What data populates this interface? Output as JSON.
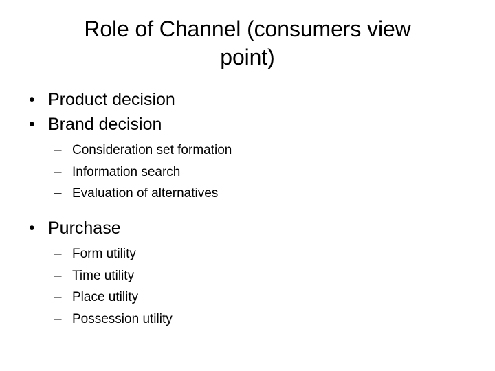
{
  "slide": {
    "title": "Role of Channel (consumers view point)",
    "title_lines": [
      "Role of Channel (consumers view",
      "point)"
    ],
    "background_color": "#ffffff",
    "text_color": "#000000",
    "markers": {
      "level1": "•",
      "level2": "–"
    },
    "content": [
      {
        "level": 1,
        "label": "Product decision"
      },
      {
        "level": 1,
        "label": "Brand decision"
      },
      {
        "level": 2,
        "label": "Consideration set formation"
      },
      {
        "level": 2,
        "label": "Information search"
      },
      {
        "level": 2,
        "label": "Evaluation of alternatives"
      },
      {
        "level": 1,
        "label": "Purchase"
      },
      {
        "level": 2,
        "label": "Form utility"
      },
      {
        "level": 2,
        "label": "Time utility"
      },
      {
        "level": 2,
        "label": "Place utility"
      },
      {
        "level": 2,
        "label": "Possession utility"
      }
    ]
  }
}
